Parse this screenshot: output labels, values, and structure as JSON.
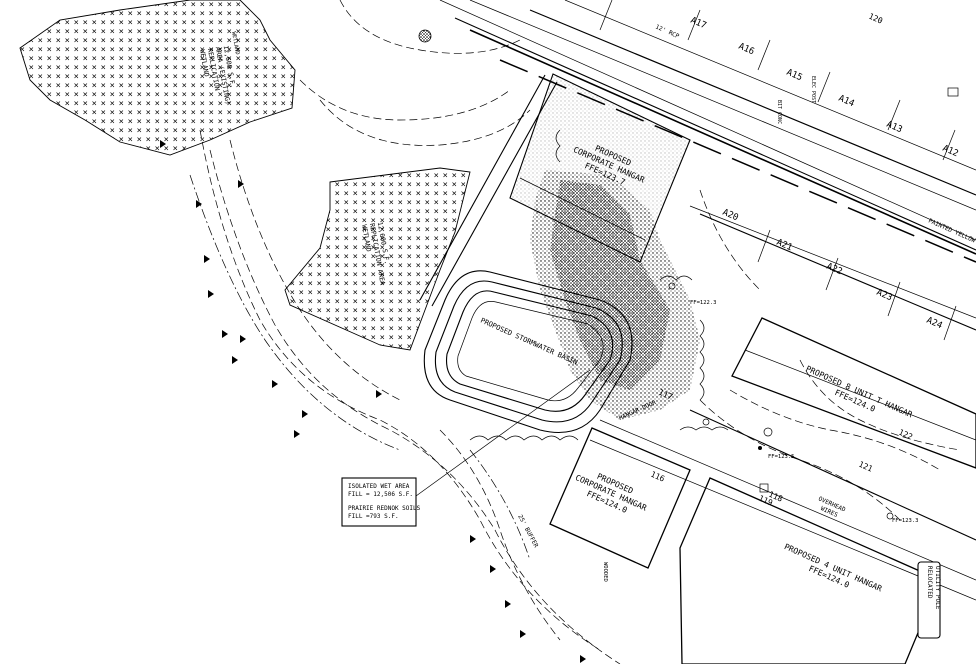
{
  "labels": {
    "upper_corp_hangar": [
      "PROPOSED",
      "CORPORATE HANGAR",
      "FFE=123.7"
    ],
    "lower_corp_hangar": [
      "PROPOSED",
      "CORPORATE HANGAR",
      "FFE=124.0"
    ],
    "unit8_hangar": [
      "PROPOSED 8 UNIT T HANGAR",
      "FFE=124.0"
    ],
    "unit4_hangar": [
      "PROPOSED 4 UNIT HANGAR",
      "FFE=124.0"
    ],
    "stormwater_basin": "PROPOSED STORMWATER BASIN",
    "wetland_mitigation": [
      "WETLAND",
      "REPLICATION",
      "AREA (EXISTING)",
      "12,600 S.F."
    ],
    "wetland_replication": [
      "WETLAND",
      "REPLICATION AREA",
      "12,600 S.F."
    ],
    "fill_note": {
      "line1": "ISOLATED WET AREA",
      "line2": "FILL = 12,506 S.F.",
      "line3": "PRAIRIE REDNOK SOILS",
      "line4": "FILL =793 S.F."
    },
    "overhead_wires": [
      "OVERHEAD",
      "WIRES"
    ],
    "utility_pole": [
      "RELOCATED",
      "UTILITY POLE"
    ],
    "painted_line": "PAINTED YELLOW LI",
    "taxiway_edge": "12' RCP",
    "buffer": "25' BUFFER",
    "wetland_tag": "WETLAND",
    "hangar_door": "HANGAR DOOR",
    "wooded": "WOODED"
  },
  "tie_down_spots": [
    "A17",
    "A16",
    "A15",
    "A14",
    "A13",
    "A12",
    "A20",
    "A21",
    "A22",
    "A23",
    "A24"
  ],
  "contours": [
    "120",
    "121",
    "122",
    "118",
    "119",
    "116",
    "117"
  ],
  "spot_elevations": [
    "FF=122.3",
    "FF=123.5",
    "FF=123.3"
  ],
  "elec_post": "ELEC POST",
  "bit_conc": "BIT CONC"
}
